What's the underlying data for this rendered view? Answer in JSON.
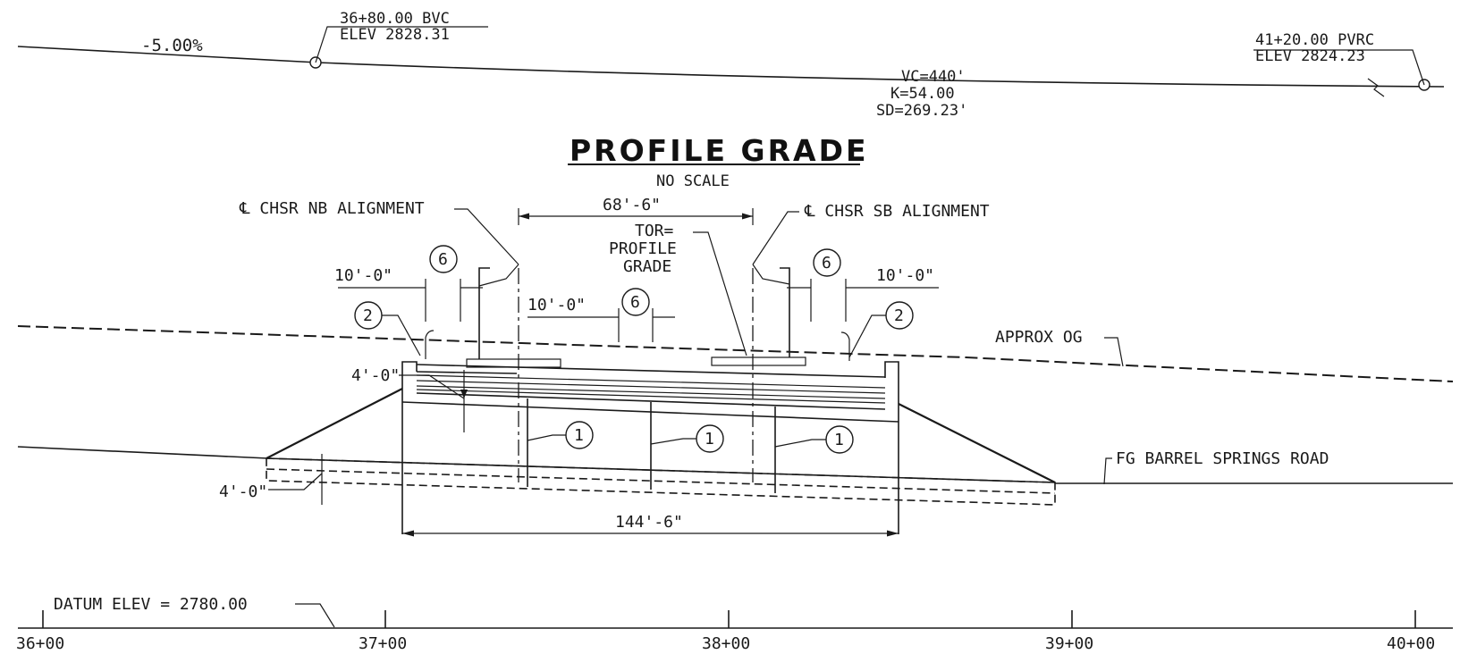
{
  "profile": {
    "grade_left": "-5.00%",
    "bvc_station": "36+80.00 BVC",
    "bvc_elev": "ELEV 2828.31",
    "pvrc_station": "41+20.00 PVRC",
    "pvrc_elev": "ELEV 2824.23",
    "vc": "VC=440'",
    "k": "K=54.00",
    "sd": "SD=269.23'"
  },
  "title": "PROFILE GRADE",
  "subtitle": "NO SCALE",
  "labels": {
    "nb_alignment": "℄ CHSR NB ALIGNMENT",
    "sb_alignment": "℄ CHSR SB ALIGNMENT",
    "tor_line1": "TOR=",
    "tor_line2": "PROFILE",
    "tor_line3": "GRADE",
    "approx_og": "APPROX OG",
    "fg_road": "FG BARREL SPRINGS ROAD",
    "datum": "DATUM ELEV = 2780.00"
  },
  "dimensions": {
    "track_spacing": "68'-6\"",
    "left_offset": "10'-0\"",
    "center_offset": "10'-0\"",
    "right_offset": "10'-0\"",
    "deck_depth": "4'-0\"",
    "footing_depth": "4'-0\"",
    "span_length": "144'-6\""
  },
  "callouts": {
    "c6_left": "6",
    "c6_center": "6",
    "c6_right": "6",
    "c2_left": "2",
    "c2_right": "2",
    "c1_a": "1",
    "c1_b": "1",
    "c1_c": "1"
  },
  "stations": [
    "36+00",
    "37+00",
    "38+00",
    "39+00",
    "40+00"
  ]
}
